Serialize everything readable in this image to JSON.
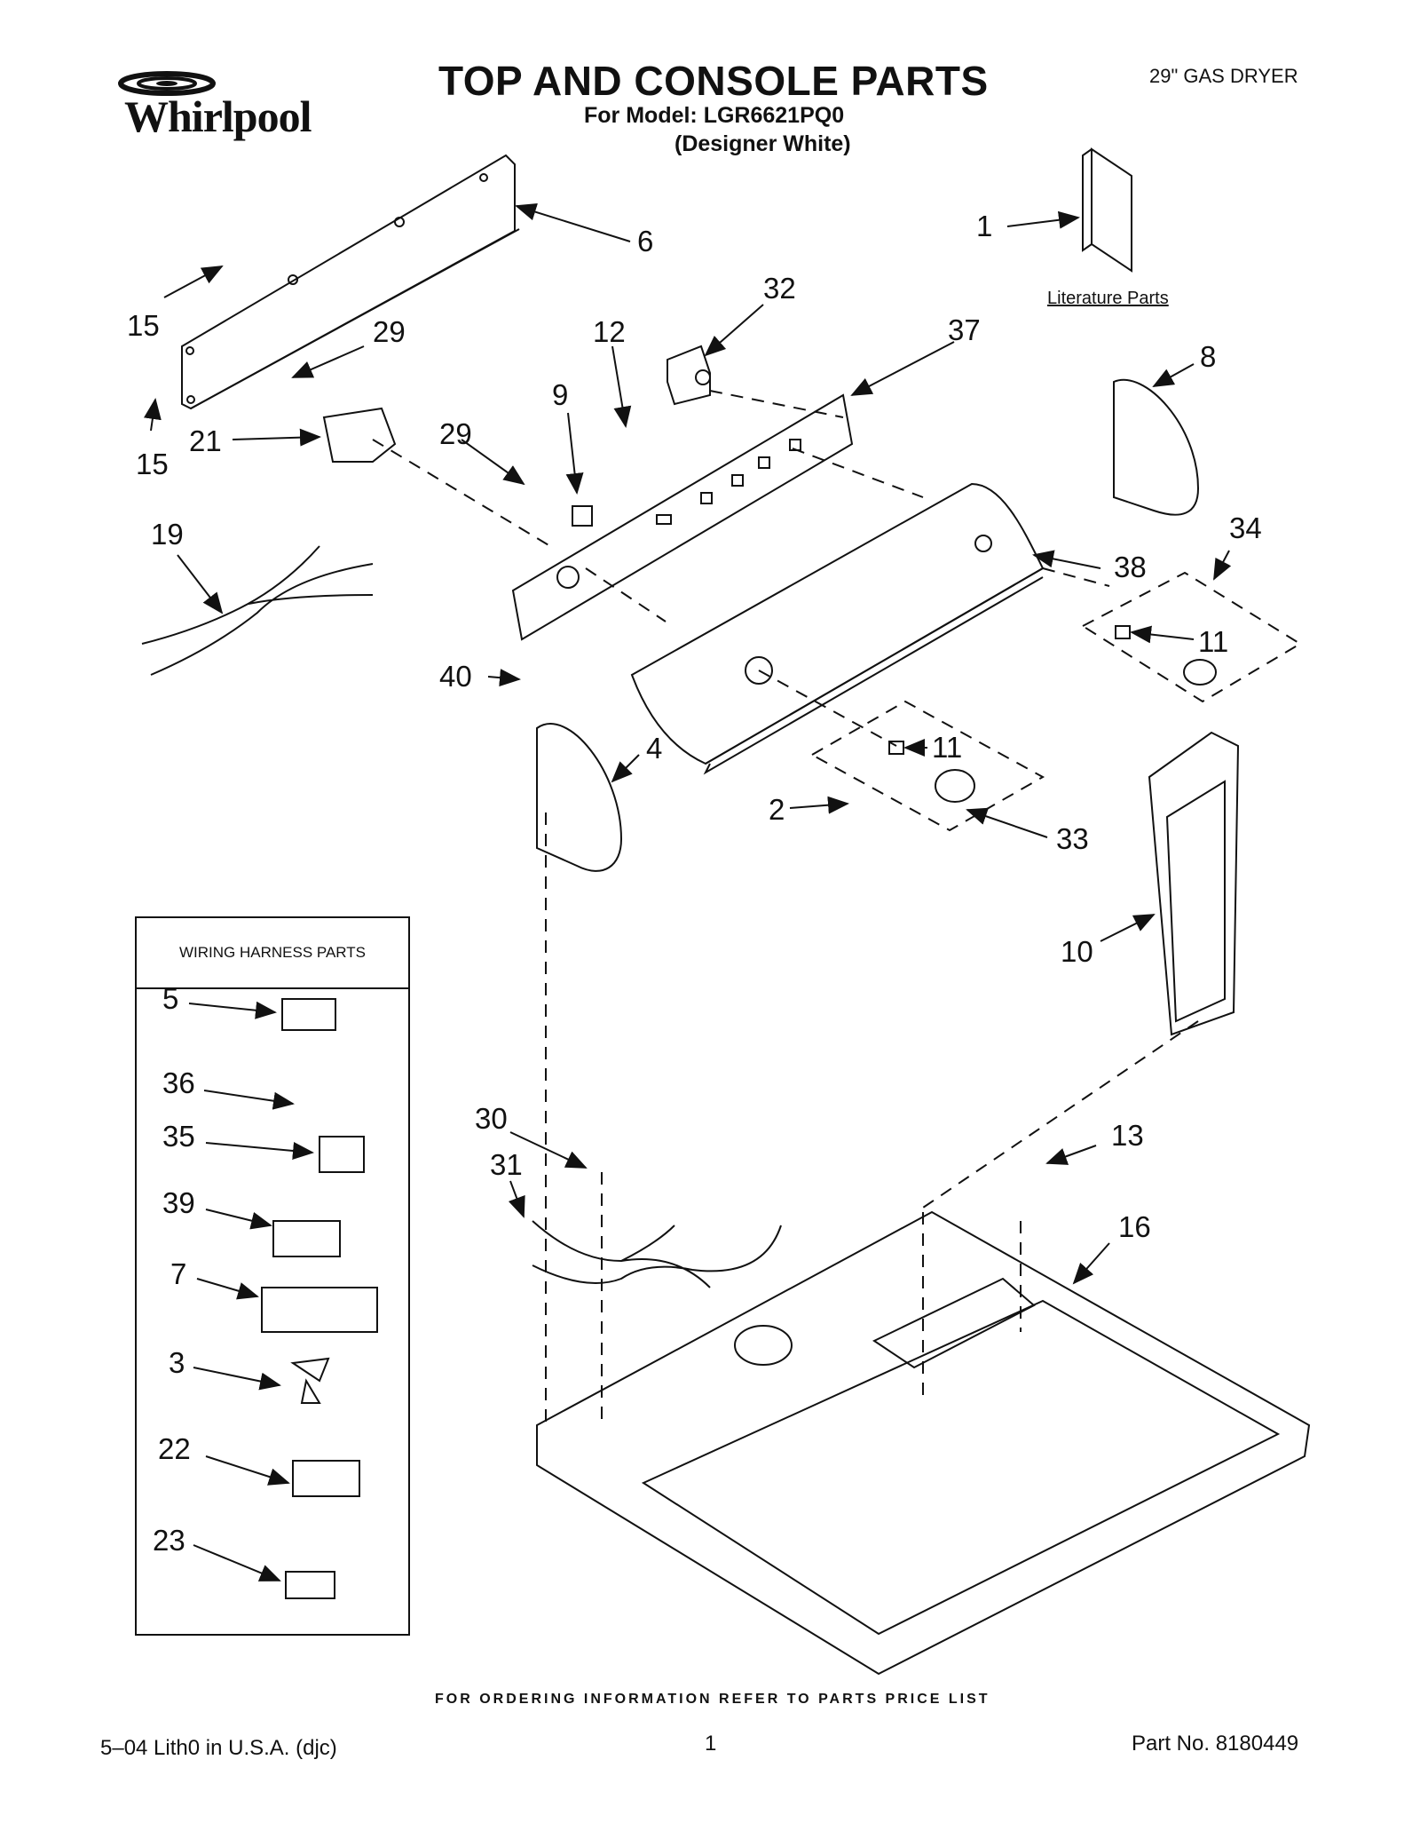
{
  "header": {
    "brand": "Whirlpool",
    "title": "TOP AND CONSOLE PARTS",
    "model_line": "For Model: LGR6621PQ0",
    "color_line": "(Designer White)",
    "product_type": "29\" GAS DRYER"
  },
  "literature": {
    "label": "Literature Parts"
  },
  "wiring_harness": {
    "title": "WIRING HARNESS PARTS"
  },
  "callouts": [
    "6",
    "1",
    "32",
    "15",
    "29",
    "12",
    "37",
    "8",
    "9",
    "21",
    "29",
    "15",
    "19",
    "34",
    "38",
    "11",
    "40",
    "4",
    "11",
    "2",
    "33",
    "10",
    "5",
    "36",
    "30",
    "13",
    "35",
    "31",
    "16",
    "39",
    "7",
    "3",
    "22",
    "23"
  ],
  "footer": {
    "notice": "FOR ORDERING INFORMATION REFER TO PARTS PRICE LIST",
    "left": "5–04 Lith0 in U.S.A. (djc)",
    "page": "1",
    "right": "Part No. 8180449"
  },
  "colors": {
    "ink": "#111111",
    "paper": "#ffffff"
  }
}
